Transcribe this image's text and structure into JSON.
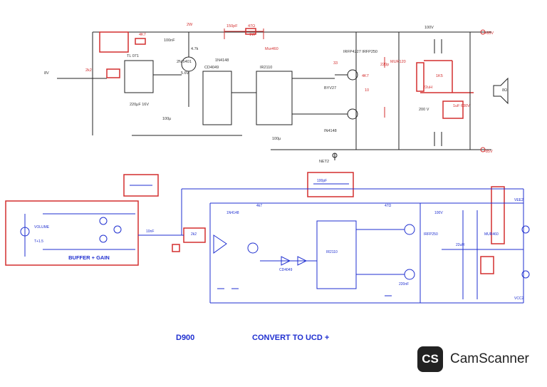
{
  "upper_schematic": {
    "labels": [
      {
        "t": "2k2",
        "c": "#d32f2f"
      },
      {
        "t": "4K7",
        "c": "#d32f2f"
      },
      {
        "t": "2W",
        "c": "#d32f2f"
      },
      {
        "t": "150pF",
        "c": "#d32f2f"
      },
      {
        "t": "47Ω",
        "c": "#d32f2f"
      },
      {
        "t": "Mur460",
        "c": "#d32f2f"
      },
      {
        "t": "1N4148",
        "c": "#333333"
      },
      {
        "t": "TL 071",
        "c": "#333333"
      },
      {
        "t": "CD4049",
        "c": "#333333"
      },
      {
        "t": "IR2110",
        "c": "#333333"
      },
      {
        "t": "2N 5401",
        "c": "#333333"
      },
      {
        "t": "5.6V",
        "c": "#333333"
      },
      {
        "t": "4.7k",
        "c": "#333333"
      },
      {
        "t": "100nF",
        "c": "#333333"
      },
      {
        "t": "100μ",
        "c": "#333333"
      },
      {
        "t": "220μF 16V",
        "c": "#333333"
      },
      {
        "t": "33",
        "c": "#d32f2f"
      },
      {
        "t": "IRFP4227 IRFP250",
        "c": "#333333"
      },
      {
        "t": "4K7",
        "c": "#d32f2f"
      },
      {
        "t": "10",
        "c": "#d32f2f"
      },
      {
        "t": "220p",
        "c": "#d32f2f"
      },
      {
        "t": "MUR120",
        "c": "#d32f2f"
      },
      {
        "t": "100V",
        "c": "#333333"
      },
      {
        "t": "22uH",
        "c": "#d32f2f"
      },
      {
        "t": "1K5",
        "c": "#d32f2f"
      },
      {
        "t": "1uF 630V",
        "c": "#d32f2f"
      },
      {
        "t": "+85V",
        "c": "#d32f2f"
      },
      {
        "t": "-85V",
        "c": "#d32f2f"
      },
      {
        "t": "8Ω",
        "c": "#333333"
      },
      {
        "t": "BYV27",
        "c": "#333333"
      },
      {
        "t": "IN4148",
        "c": "#333333"
      },
      {
        "t": "200 V",
        "c": "#333333"
      },
      {
        "t": "1W",
        "c": "#d32f2f"
      },
      {
        "t": "100μ",
        "c": "#333333"
      },
      {
        "t": "NET2",
        "c": "#333333"
      },
      {
        "t": "8V",
        "c": "#333333"
      }
    ]
  },
  "lower_schematic": {
    "block_label": "BUFFER + GAIN",
    "labels": [
      "IR2110",
      "CD4049",
      "VOLUME",
      "T+1.5",
      "IRFP250",
      "MUR460",
      "VEE2",
      "VCC2",
      "10nF",
      "100pF",
      "2k2",
      "4k7",
      "47Ω",
      "1N4148",
      "22uH",
      "220nF",
      "100V"
    ]
  },
  "captions": {
    "left": "D900",
    "right": "CONVERT TO UCD +"
  },
  "watermark": {
    "badge": "CS",
    "name": "CamScanner"
  }
}
